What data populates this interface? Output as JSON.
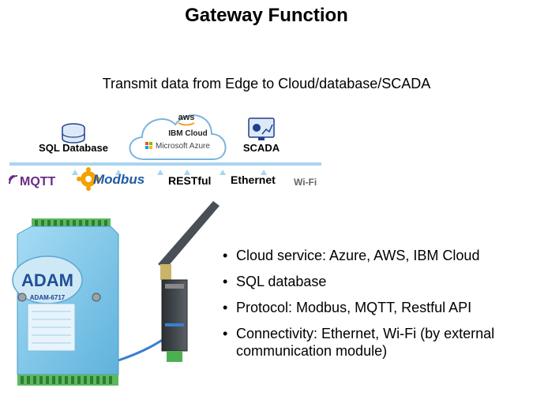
{
  "slide": {
    "title": "Gateway Function",
    "subtitle": "Transmit data from Edge to Cloud/database/SCADA"
  },
  "services": {
    "sql_label": "SQL Database",
    "cloud_aws": "aws",
    "cloud_ibm": "IBM Cloud",
    "cloud_azure": "Microsoft Azure",
    "scada_label": "SCADA"
  },
  "protocols": {
    "mqtt": "MQTT",
    "modbus": "Modbus",
    "restful": "RESTful",
    "ethernet": "Ethernet",
    "wifi": "Wi-Fi"
  },
  "device": {
    "brand": "ADAM",
    "model": "ADAM-6717"
  },
  "bullets": [
    "Cloud service: Azure, AWS, IBM Cloud",
    "SQL database",
    "Protocol: Modbus, MQTT, Restful API",
    "Connectivity: Ethernet, Wi-Fi (by external communication module)"
  ],
  "colors": {
    "cloud_blue": "#1f3f8f",
    "device_blue": "#7cc5e8",
    "terminal_green": "#4caf50"
  }
}
